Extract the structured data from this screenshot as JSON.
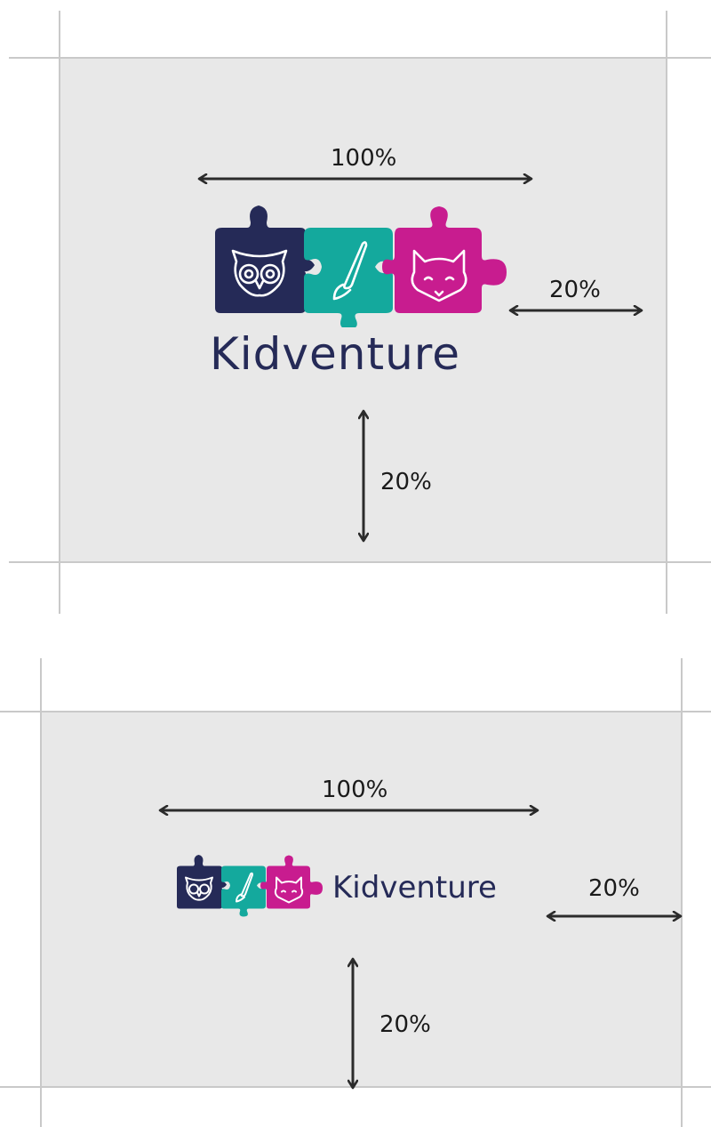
{
  "brand": {
    "name": "Kidventure",
    "text_color": "#252a57",
    "pieces": [
      {
        "icon": "owl-icon",
        "color": "#252a57"
      },
      {
        "icon": "paintbrush-icon",
        "color": "#14a99d"
      },
      {
        "icon": "fox-icon",
        "color": "#c81c8f"
      }
    ]
  },
  "colors": {
    "panel": "#e8e8e8",
    "guide": "#c9c9c9",
    "arrow": "#2b2b2b"
  },
  "stacked_layout": {
    "width_label": "100%",
    "side_margin_label": "20%",
    "bottom_margin_label": "20%"
  },
  "horizontal_layout": {
    "width_label": "100%",
    "side_margin_label": "20%",
    "bottom_margin_label": "20%"
  }
}
